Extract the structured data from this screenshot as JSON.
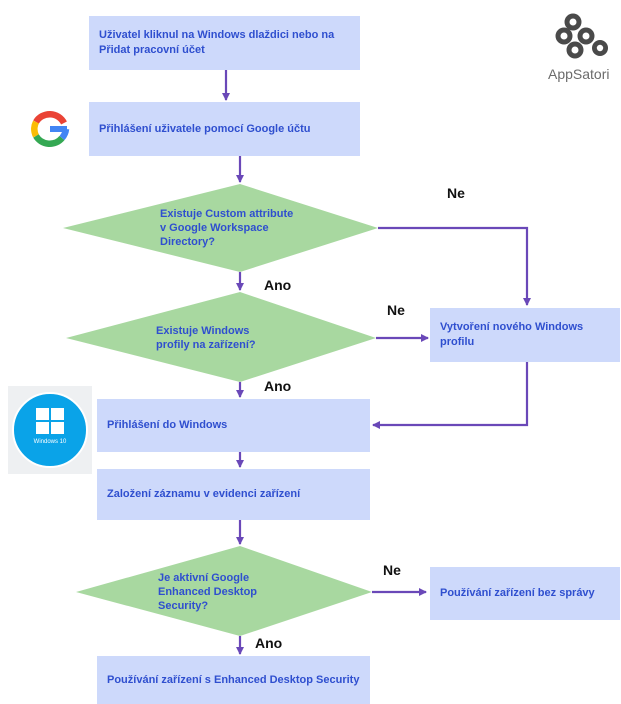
{
  "brand": {
    "name": "AppSatori",
    "logo_icon": "appsatori-logo-icon"
  },
  "icons": {
    "google": "google-g-icon",
    "windows": "windows-10-badge-icon",
    "windows_caption": "Windows 10"
  },
  "nodes": {
    "start": "Uživatel kliknul na Windows dlaždici nebo na Přidat pracovní účet",
    "google_login": "Přihlášení uživatele pomocí Google účtu",
    "decision_custom_attr": "Existuje Custom attribute v Google Workspace Directory?",
    "decision_profile": "Existuje Windows profily na zařízení?",
    "create_profile": "Vytvoření nového Windows profilu",
    "windows_login": "Přihlášení do Windows",
    "device_record": "Založení záznamu v evidenci zařízení",
    "decision_eds": "Je aktivní Google Enhanced Desktop Security?",
    "unmanaged": "Používání zařízení bez správy",
    "eds_usage": "Používání zařízení  s Enhanced Desktop Security"
  },
  "edge_labels": {
    "no_1": "Ne",
    "yes_1": "Ano",
    "no_2": "Ne",
    "yes_2": "Ano",
    "no_3": "Ne",
    "yes_3": "Ano"
  },
  "colors": {
    "box": "#cdd9fb",
    "diamond": "#a8d8a0",
    "arrow": "#6a48b8",
    "text": "#2f4fcf"
  }
}
